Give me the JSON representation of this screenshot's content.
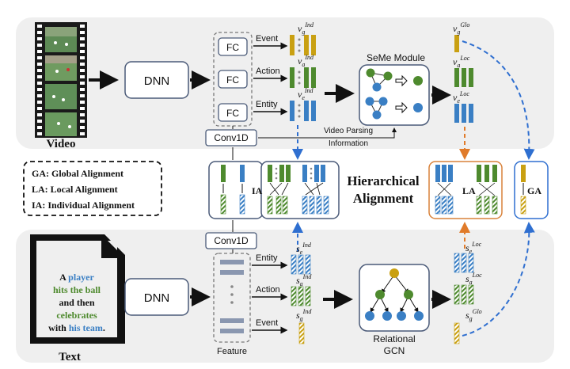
{
  "panels": {
    "video_label": "Video",
    "text_label": "Text"
  },
  "video_branch": {
    "dnn_label": "DNN",
    "fc_label": "FC",
    "conv_label": "Conv1D",
    "levels": [
      "Event",
      "Action",
      "Entity"
    ],
    "vec_ind": "Ind",
    "vec_glo": "Glo",
    "vec_loc": "Loc",
    "seme_label": "SeMe Module",
    "parsing_label_1": "Video Parsing",
    "parsing_label_2": "Information"
  },
  "legend": {
    "items": [
      "GA: Global Alignment",
      "LA: Local Alignment",
      "IA: Individual Alignment"
    ]
  },
  "alignment": {
    "title_1": "Hierarchical",
    "title_2": "Alignment",
    "ia_tag": "IA",
    "la_tag": "LA",
    "ga_tag": "GA"
  },
  "text_branch": {
    "doc_lines": [
      [
        {
          "t": "A ",
          "c": "dark"
        },
        {
          "t": "player",
          "c": "blue"
        }
      ],
      [
        {
          "t": "hits the ball",
          "c": "green"
        }
      ],
      [
        {
          "t": "and then",
          "c": "dark"
        }
      ],
      [
        {
          "t": "celebrates",
          "c": "green"
        }
      ],
      [
        {
          "t": "with ",
          "c": "dark"
        },
        {
          "t": "his team",
          "c": "blue"
        },
        {
          "t": ".",
          "c": "dark"
        }
      ]
    ],
    "dnn_label": "DNN",
    "conv_label": "Conv1D",
    "feature_label": "Feature",
    "levels": [
      "Entity",
      "Action",
      "Event"
    ],
    "gcn_label_1": "Relational",
    "gcn_label_2": "GCN",
    "vec_ind": "Ind",
    "vec_loc": "Loc",
    "vec_glo": "Glo"
  },
  "colors": {
    "event": "#c9a012",
    "action": "#4e8a2e",
    "entity": "#3a7fc4",
    "panel_bg": "#efefef",
    "box_border": "#4a5a78",
    "arrow_blue": "#2f6fd0",
    "arrow_orange": "#e07b2a",
    "la_border": "#d9823a"
  }
}
